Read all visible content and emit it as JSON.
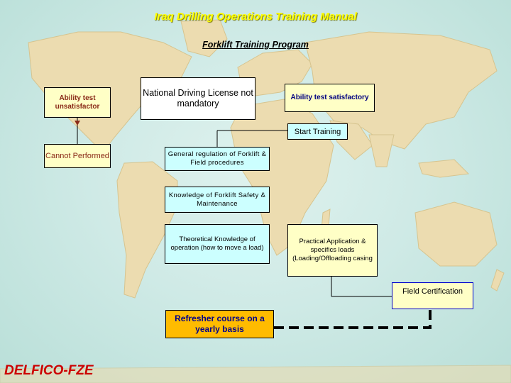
{
  "header": {
    "title": "Iraq Drilling Operations Training Manual",
    "subtitle": "Forklift Training Program"
  },
  "boxes": {
    "ability_unsatisfactory": "Ability test unsatisfactor",
    "national_license": "National Driving License not mandatory",
    "ability_satisfactory": "Ability test satisfactory",
    "start_training": "Start Training",
    "cannot_performed": "Cannot Performed",
    "general_regulation": "General regulation of Forklift & Field procedures",
    "knowledge_forklift": "Knowledge of Forklift Safety & Maintenance",
    "theoretical_knowledge": "Theoretical Knowledge of operation (how to move a load)",
    "practical_application": "Practical Application & specifics loads (Loading/Offloading casing",
    "field_certification": "Field Certification",
    "refresher_course": "Refresher course on a yearly basis"
  },
  "footer": {
    "logo_text": "DELFICO-FZE"
  },
  "colors": {
    "title": "#ffff00",
    "box_yellow": "#ffffc6",
    "box_cyan": "#ccffff",
    "box_orange": "#ffbb00",
    "logo": "#cc0000"
  }
}
